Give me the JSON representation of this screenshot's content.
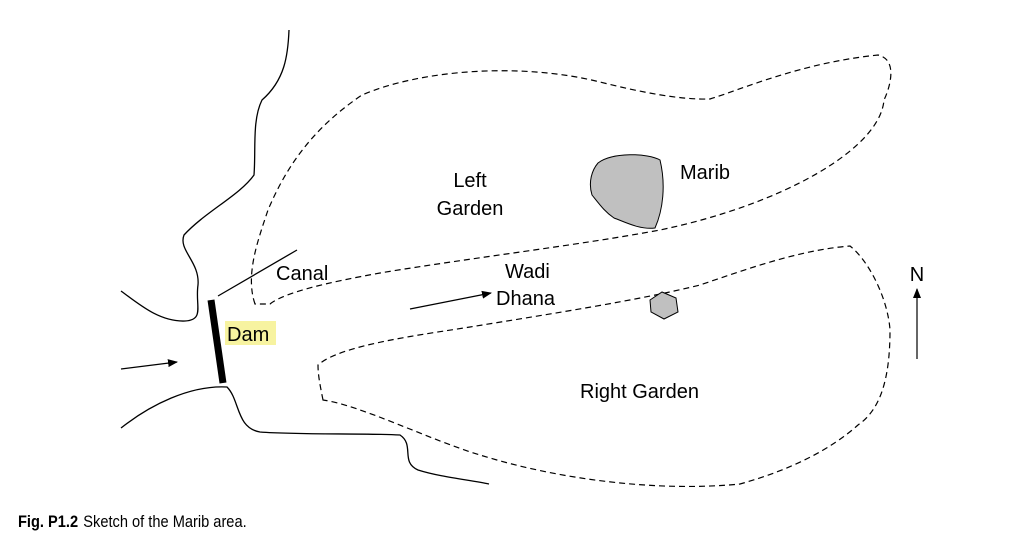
{
  "diagram": {
    "labels": {
      "left_garden_line1": "Left",
      "left_garden_line2": "Garden",
      "marib": "Marib",
      "canal": "Canal",
      "wadi_line1": "Wadi",
      "wadi_line2": "Dhana",
      "dam": "Dam",
      "right_garden": "Right Garden",
      "north": "N"
    },
    "colors": {
      "line": "#000000",
      "marib_fill": "#c0c0c0",
      "dam_highlight": "#f7f3a0",
      "dam_bar": "#000000"
    }
  },
  "caption": {
    "figure_label": "Fig. P1.2",
    "text": "Sketch of the Marib area."
  }
}
